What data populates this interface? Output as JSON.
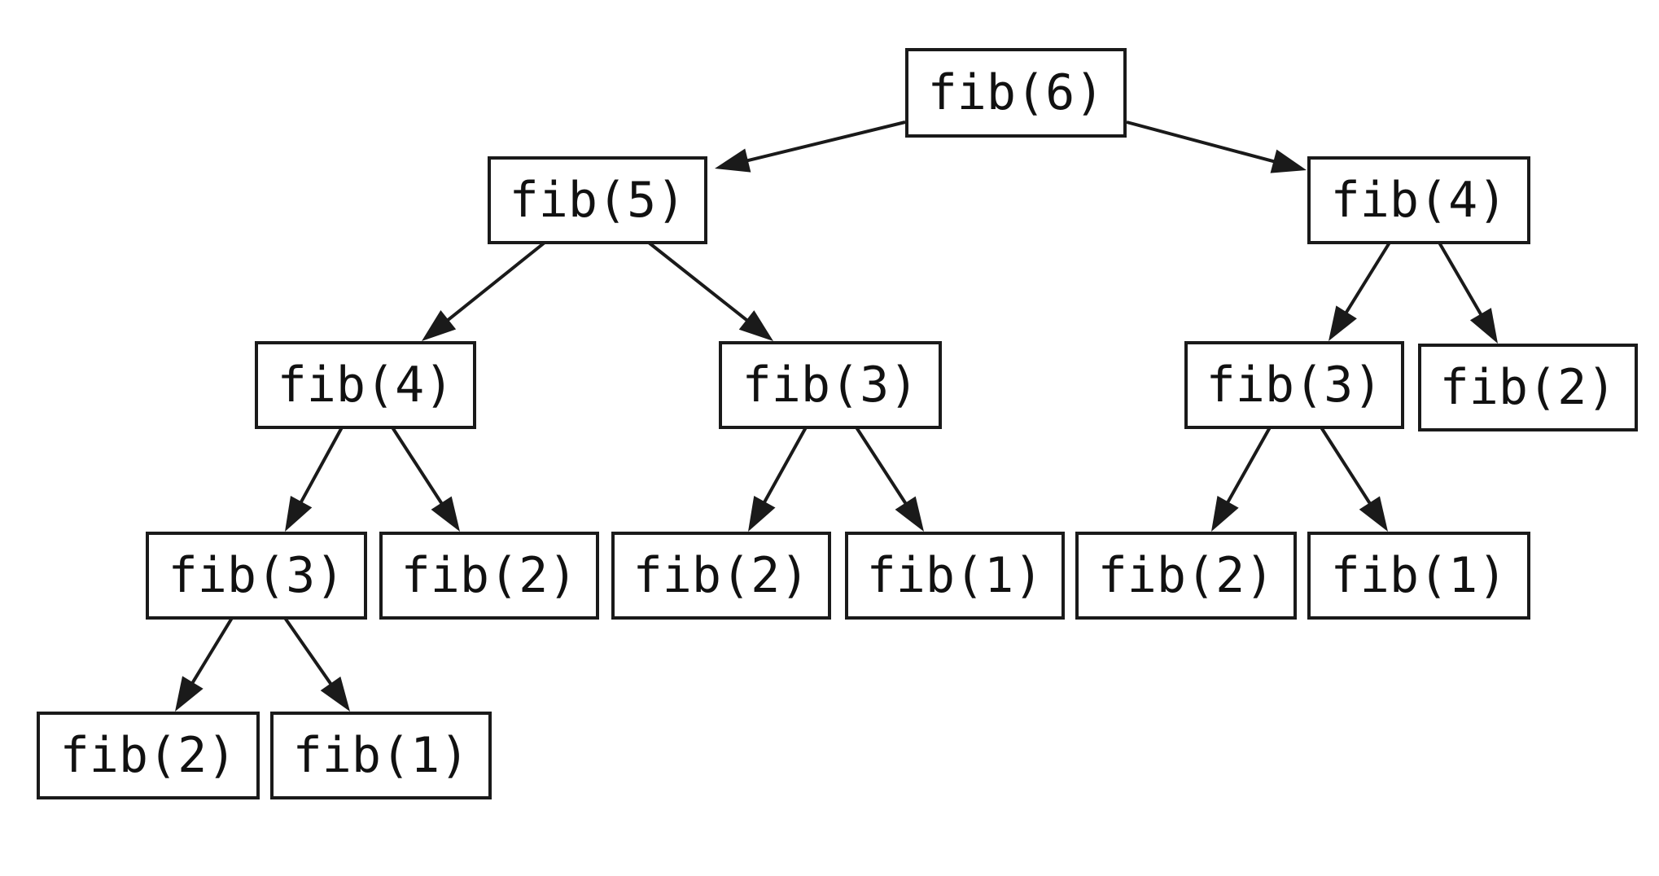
{
  "diagram": {
    "nodes": [
      {
        "id": "n1",
        "label": "fib(6)"
      },
      {
        "id": "n2",
        "label": "fib(5)"
      },
      {
        "id": "n3",
        "label": "fib(4)"
      },
      {
        "id": "n4",
        "label": "fib(4)"
      },
      {
        "id": "n5",
        "label": "fib(3)"
      },
      {
        "id": "n6",
        "label": "fib(3)"
      },
      {
        "id": "n7",
        "label": "fib(2)"
      },
      {
        "id": "n8",
        "label": "fib(3)"
      },
      {
        "id": "n9",
        "label": "fib(2)"
      },
      {
        "id": "n10",
        "label": "fib(2)"
      },
      {
        "id": "n11",
        "label": "fib(1)"
      },
      {
        "id": "n12",
        "label": "fib(2)"
      },
      {
        "id": "n13",
        "label": "fib(1)"
      },
      {
        "id": "n14",
        "label": "fib(2)"
      },
      {
        "id": "n15",
        "label": "fib(1)"
      }
    ],
    "edges": [
      {
        "from": "n1",
        "to": "n2"
      },
      {
        "from": "n1",
        "to": "n3"
      },
      {
        "from": "n2",
        "to": "n4"
      },
      {
        "from": "n2",
        "to": "n5"
      },
      {
        "from": "n3",
        "to": "n6"
      },
      {
        "from": "n3",
        "to": "n7"
      },
      {
        "from": "n4",
        "to": "n8"
      },
      {
        "from": "n4",
        "to": "n9"
      },
      {
        "from": "n5",
        "to": "n10"
      },
      {
        "from": "n5",
        "to": "n11"
      },
      {
        "from": "n6",
        "to": "n12"
      },
      {
        "from": "n6",
        "to": "n13"
      },
      {
        "from": "n8",
        "to": "n14"
      },
      {
        "from": "n8",
        "to": "n15"
      }
    ]
  }
}
